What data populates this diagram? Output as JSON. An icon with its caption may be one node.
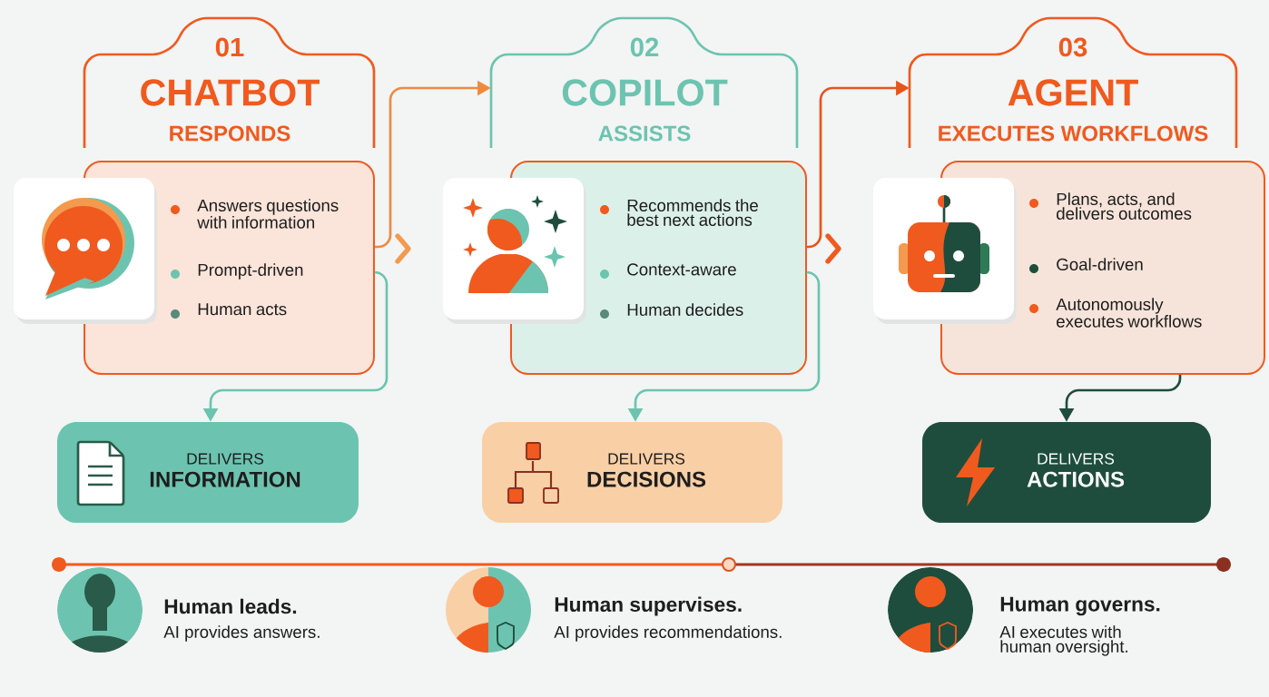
{
  "diagram": {
    "nodes": [
      {
        "text": [
          "01",
          "CHATBOT",
          "RESPONDS"
        ]
      },
      {
        "text": [
          "Answers questions with information",
          "Prompt-driven",
          "Human acts"
        ]
      },
      {
        "text": [
          "DELIVERS",
          "INFORMATION"
        ]
      },
      {
        "text": [
          "02",
          "COPILOT",
          "ASSISTS"
        ]
      },
      {
        "text": [
          "Recommends the best next actions",
          "Context-aware",
          "Human decides"
        ]
      },
      {
        "text": [
          "DELIVERS",
          "DECISIONS"
        ]
      },
      {
        "text": [
          "03",
          "AGENT",
          "EXECUTES WORKFLOWS"
        ]
      },
      {
        "text": [
          "Plans, acts, and delivers outcomes",
          "Goal-driven",
          "Autonomously executes workflows"
        ]
      },
      {
        "text": [
          "DELIVERS",
          "ACTIONS"
        ]
      }
    ],
    "edges": [
      {
        "from": 1,
        "to": 3,
        "arrow": "to",
        "color": "#f08a3c"
      },
      {
        "from": 1,
        "to": 2,
        "arrow": "to",
        "color": "#6cc4b0"
      },
      {
        "from": 4,
        "to": 6,
        "arrow": "to",
        "color": "#e8541a"
      },
      {
        "from": 4,
        "to": 5,
        "arrow": "to",
        "color": "#6cc4b0"
      },
      {
        "from": 7,
        "to": 8,
        "arrow": "to",
        "color": "#1f4d3d"
      }
    ],
    "labels": [
      "Human leads.",
      "AI provides answers.",
      "Human supervises.",
      "AI provides recommendations.",
      "Human governs.",
      "AI executes with human oversight."
    ]
  }
}
